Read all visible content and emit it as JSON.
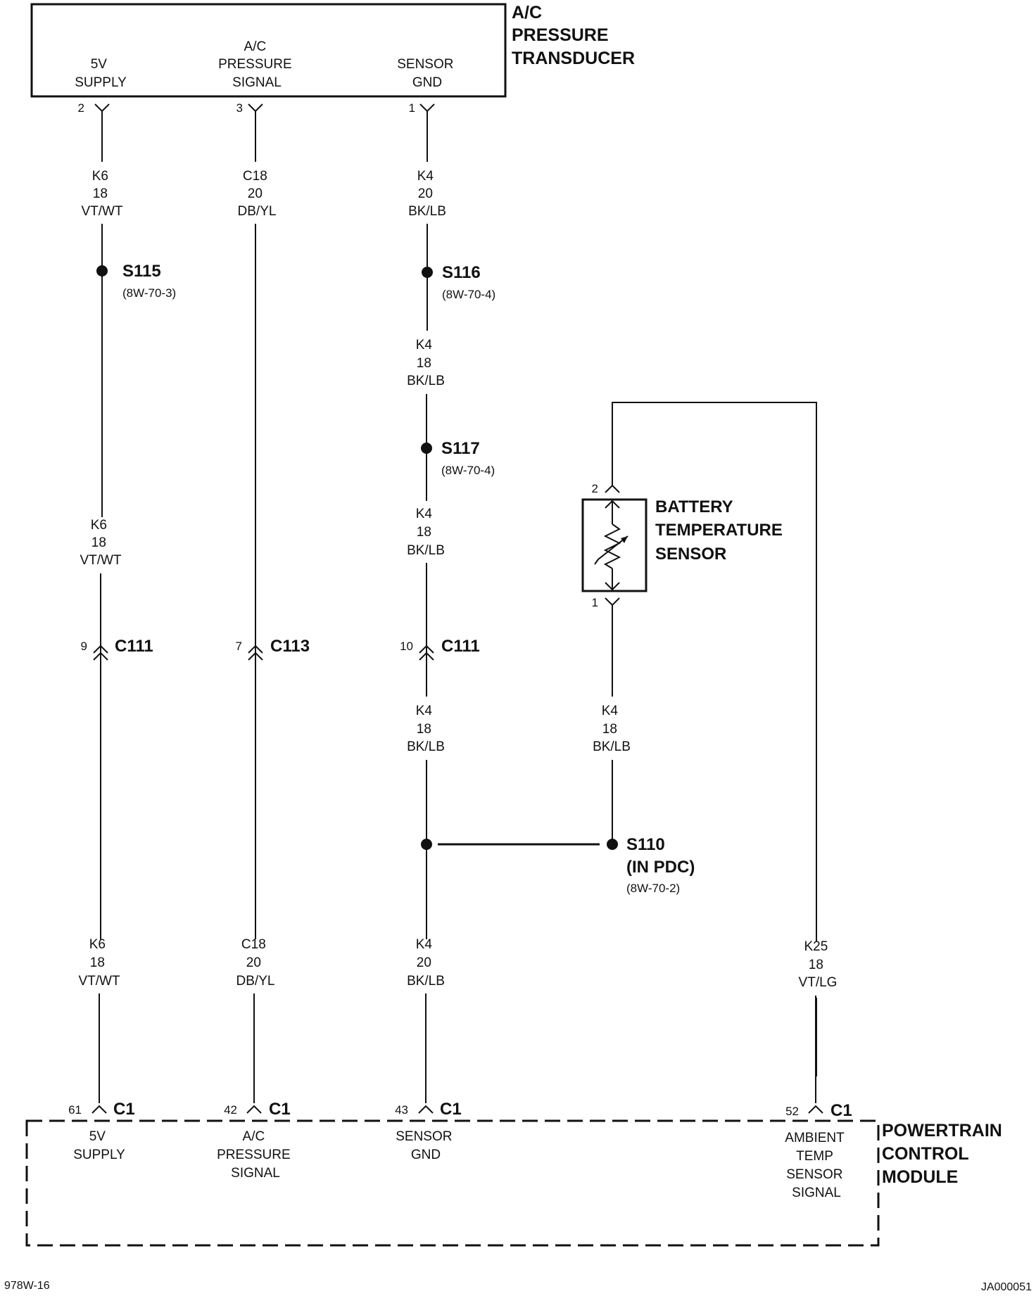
{
  "transducer": {
    "title": [
      "A/C",
      "PRESSURE",
      "TRANSDUCER"
    ],
    "pins": {
      "supply": {
        "num": "2",
        "label": [
          "5V",
          "SUPPLY"
        ]
      },
      "signal": {
        "num": "3",
        "label": [
          "A/C",
          "PRESSURE",
          "SIGNAL"
        ]
      },
      "gnd": {
        "num": "1",
        "label": [
          "SENSOR",
          "GND"
        ]
      }
    }
  },
  "wires": {
    "k6_top": [
      "K6",
      "18",
      "VT/WT"
    ],
    "c18_top": [
      "C18",
      "20",
      "DB/YL"
    ],
    "k4_top": [
      "K4",
      "20",
      "BK/LB"
    ],
    "k4_s116_s117": [
      "K4",
      "18",
      "BK/LB"
    ],
    "k6_mid": [
      "K6",
      "18",
      "VT/WT"
    ],
    "k4_s117_c111": [
      "K4",
      "18",
      "BK/LB"
    ],
    "k4_c111_junction": [
      "K4",
      "18",
      "BK/LB"
    ],
    "k4_bts": [
      "K4",
      "18",
      "BK/LB"
    ],
    "k6_bottom": [
      "K6",
      "18",
      "VT/WT"
    ],
    "c18_bottom": [
      "C18",
      "20",
      "DB/YL"
    ],
    "k4_bottom": [
      "K4",
      "20",
      "BK/LB"
    ],
    "k25": [
      "K25",
      "18",
      "VT/LG"
    ]
  },
  "splices": {
    "s115": {
      "id": "S115",
      "ref": "(8W-70-3)"
    },
    "s116": {
      "id": "S116",
      "ref": "(8W-70-4)"
    },
    "s117": {
      "id": "S117",
      "ref": "(8W-70-4)"
    },
    "s110": {
      "id": "S110",
      "sub": "(IN PDC)",
      "ref": "(8W-70-2)"
    }
  },
  "inline_connectors": {
    "c111_k6": {
      "pin": "9",
      "id": "C111"
    },
    "c113": {
      "pin": "7",
      "id": "C113"
    },
    "c111_k4": {
      "pin": "10",
      "id": "C111"
    }
  },
  "battery_sensor": {
    "title": [
      "BATTERY",
      "TEMPERATURE",
      "SENSOR"
    ],
    "pin_top": "2",
    "pin_bottom": "1"
  },
  "pcm": {
    "title": [
      "POWERTRAIN",
      "CONTROL",
      "MODULE"
    ],
    "connector": "C1",
    "pins": {
      "supply": {
        "num": "61",
        "label": [
          "5V",
          "SUPPLY"
        ]
      },
      "signal": {
        "num": "42",
        "label": [
          "A/C",
          "PRESSURE",
          "SIGNAL"
        ]
      },
      "gnd": {
        "num": "43",
        "label": [
          "SENSOR",
          "GND"
        ]
      },
      "ambient": {
        "num": "52",
        "label": [
          "AMBIENT",
          "TEMP",
          "SENSOR",
          "SIGNAL"
        ]
      }
    }
  },
  "footer": {
    "left": "978W-16",
    "right": "JA000051"
  }
}
